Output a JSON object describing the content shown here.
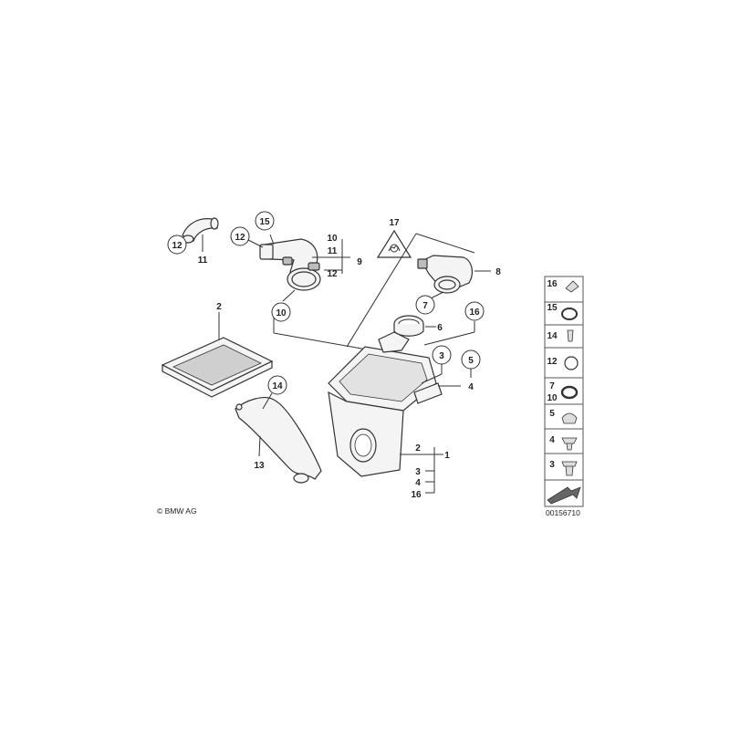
{
  "labels": {
    "c12a": "12",
    "l11a": "11",
    "c12b": "12",
    "c15": "15",
    "t10": "10",
    "t11": "11",
    "t9": "9",
    "t12": "12",
    "c10": "10",
    "t17": "17",
    "t8": "8",
    "c7": "7",
    "t6": "6",
    "c16": "16",
    "c3": "3",
    "c5": "5",
    "t4": "4",
    "t2a": "2",
    "c14": "14",
    "t13": "13",
    "t2b": "2",
    "t1": "1",
    "t3b": "3",
    "t4b": "4",
    "t16b": "16"
  },
  "sidebar": [
    "16",
    "15",
    "14",
    "12",
    "7",
    "10",
    "5",
    "4",
    "3"
  ],
  "footer": {
    "copyright": "© BMW AG",
    "diagram_id": "00156710"
  }
}
